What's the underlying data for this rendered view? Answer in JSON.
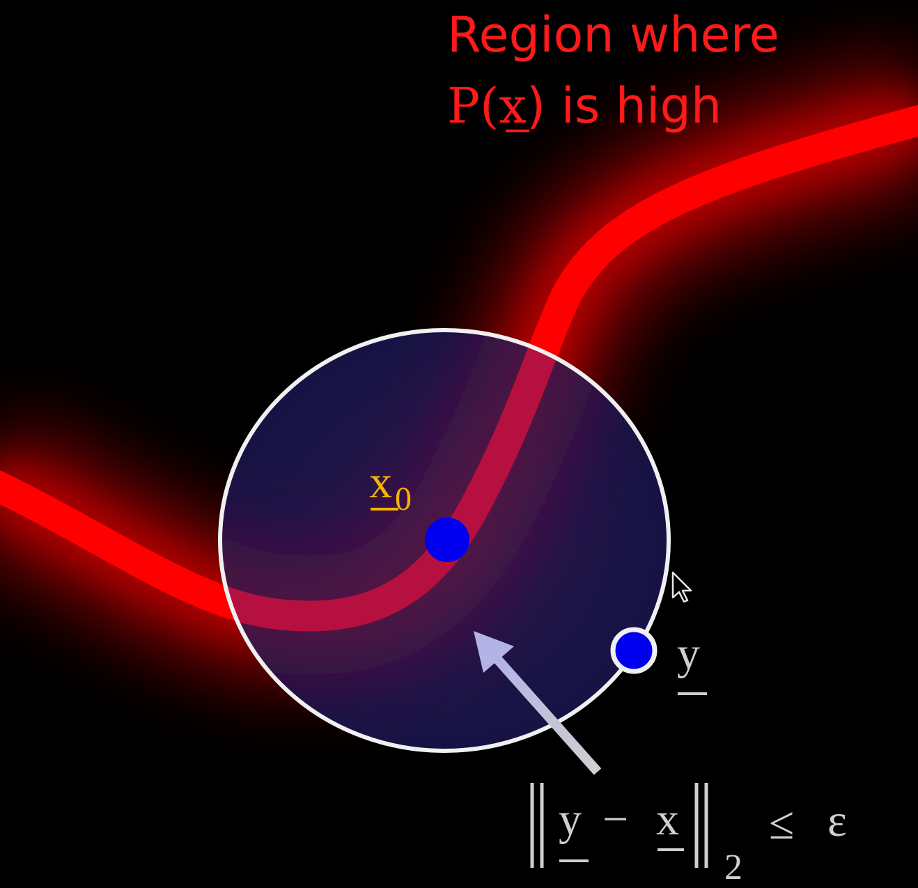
{
  "title": {
    "line1": "Region where",
    "line2_pre": "P(",
    "line2_var": "x",
    "line2_post": ") is high"
  },
  "labels": {
    "x0_var": "x",
    "x0_sub": "0",
    "y_var": "y"
  },
  "constraint": {
    "left_bar": "‖",
    "y_var": "y",
    "minus": "−",
    "x_var": "x",
    "right_bar": "‖",
    "subscript": "2",
    "leq": "≤",
    "epsilon": "ε"
  },
  "colors": {
    "background": "#000000",
    "curve": "#ff0000",
    "ball_fill": "#1a1450",
    "ball_stroke": "#f0f0f0",
    "point": "#0000ee",
    "x0_label": "#f5b400",
    "arrow": "#b8b8d8",
    "math_text": "#cfcfcf"
  },
  "icons": {
    "cursor": "mouse-pointer-icon"
  }
}
